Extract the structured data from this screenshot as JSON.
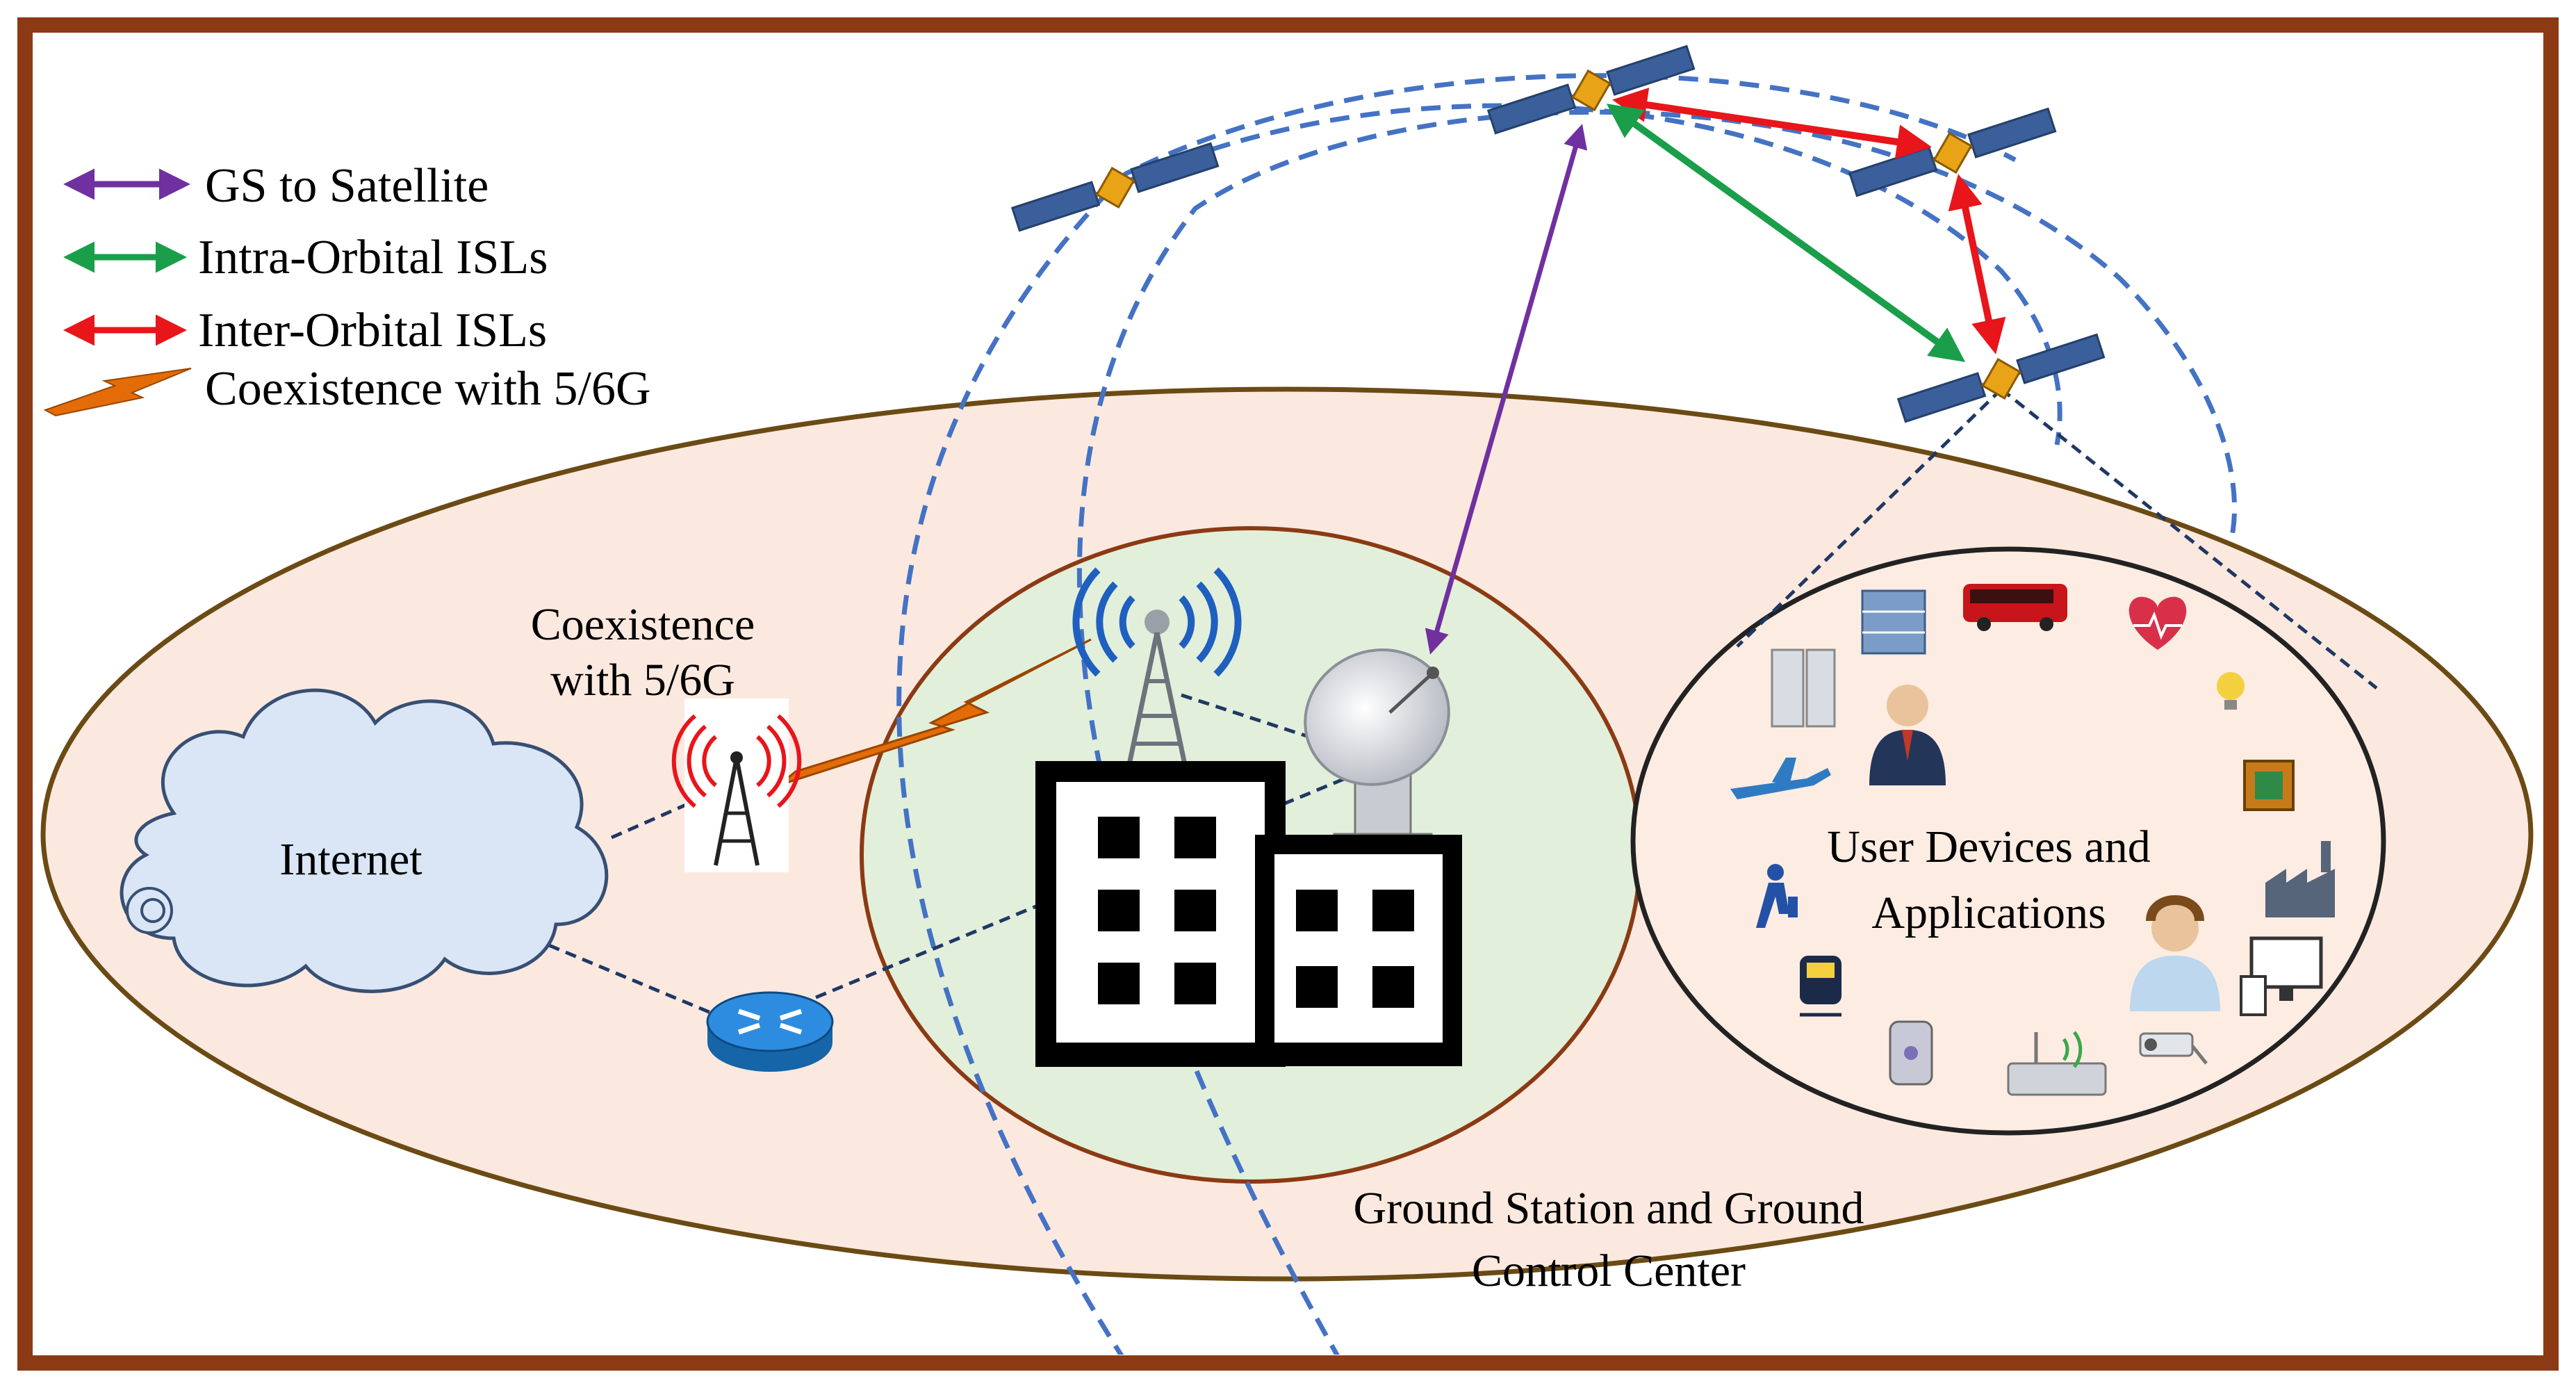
{
  "colors": {
    "frame": "#8b3a14",
    "outer_region": "#fbe9df",
    "outer_region_stroke": "#6b4a14",
    "ground_region": "#e2efda",
    "ground_region_stroke": "#8b3a14",
    "orbit": "#4472c4",
    "gs_to_satellite": "#7030a0",
    "intra_orbital": "#1a9e4a",
    "inter_orbital": "#e8151b",
    "coexistence": "#e36c09",
    "cloud": "#dae6f5"
  },
  "legend": {
    "gs_to_satellite": "GS to Satellite",
    "intra_orbital_isls": "Intra-Orbital ISLs",
    "inter_orbital_isls": "Inter-Orbital ISLs",
    "coexistence": "Coexistence with 5/6G"
  },
  "labels": {
    "internet": "Internet",
    "coexistence_line1": "Coexistence",
    "coexistence_line2": "with 5/6G",
    "ground_station_line1": "Ground Station and Ground",
    "ground_station_line2": "Control Center",
    "user_devices_line1": "User Devices and",
    "user_devices_line2": "Applications"
  },
  "icons": {
    "satellite": "satellite-icon",
    "cell_tower": "cell-tower-icon",
    "satellite_dish": "satellite-dish-icon",
    "building": "building-icon",
    "router": "router-icon",
    "cloud": "cloud-icon"
  }
}
